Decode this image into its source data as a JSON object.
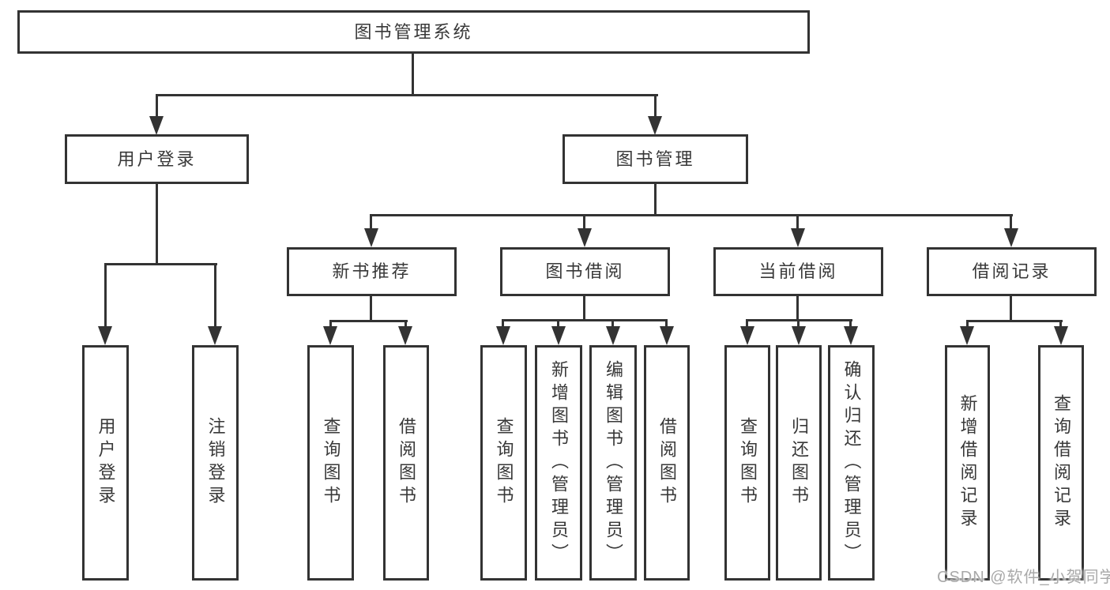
{
  "colors": {
    "stroke": "#333333",
    "text": "#383838",
    "watermark": "#a9a9a9"
  },
  "tree": {
    "root": "图书管理系统",
    "children": [
      {
        "label": "用户登录",
        "children": [
          "用户登录",
          "注销登录"
        ]
      },
      {
        "label": "图书管理",
        "children": [
          {
            "label": "新书推荐",
            "children": [
              "查询图书",
              "借阅图书"
            ]
          },
          {
            "label": "图书借阅",
            "children": [
              "查询图书",
              "新增图书（管理员）",
              "编辑图书（管理员）",
              "借阅图书"
            ]
          },
          {
            "label": "当前借阅",
            "children": [
              "查询图书",
              "归还图书",
              "确认归还（管理员）"
            ]
          },
          {
            "label": "借阅记录",
            "children": [
              "新增借阅记录",
              "查询借阅记录"
            ]
          }
        ]
      }
    ]
  },
  "watermark": {
    "text": "CSDN @软件_小贺同学"
  }
}
